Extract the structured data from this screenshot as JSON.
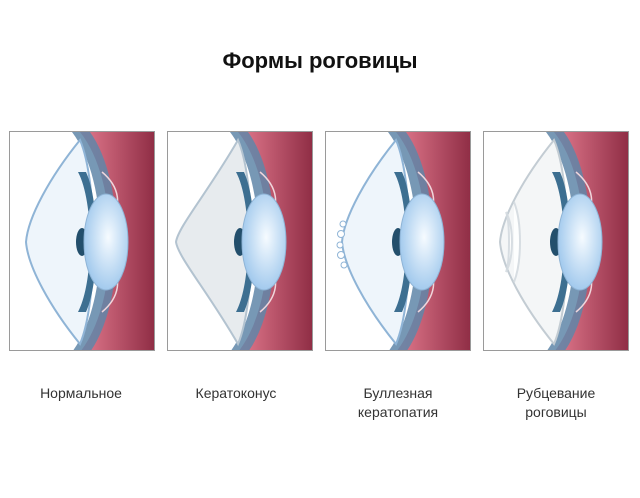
{
  "title": "Формы роговицы",
  "panels": [
    {
      "kind": "normal",
      "caption_lines": [
        "Нормальное"
      ]
    },
    {
      "kind": "keratoconus",
      "caption_lines": [
        "Кератоконус"
      ]
    },
    {
      "kind": "bullous",
      "caption_lines": [
        "Буллезная",
        "кератопатия"
      ]
    },
    {
      "kind": "scarring",
      "caption_lines": [
        "Рубцевание",
        "роговицы"
      ]
    }
  ],
  "colors": {
    "sclera": "#8e2c44",
    "sclera_inner": "#c8526a",
    "ciliary": "#d97b8c",
    "cornea_fill": "#eef5fb",
    "cornea_edge": "#8fb4d6",
    "iris": "#3d6f91",
    "pupil": "#234f6c",
    "lens": "#bcdcf6",
    "lens_glow": "#f6fbff",
    "frame": "#9a9a9a"
  }
}
